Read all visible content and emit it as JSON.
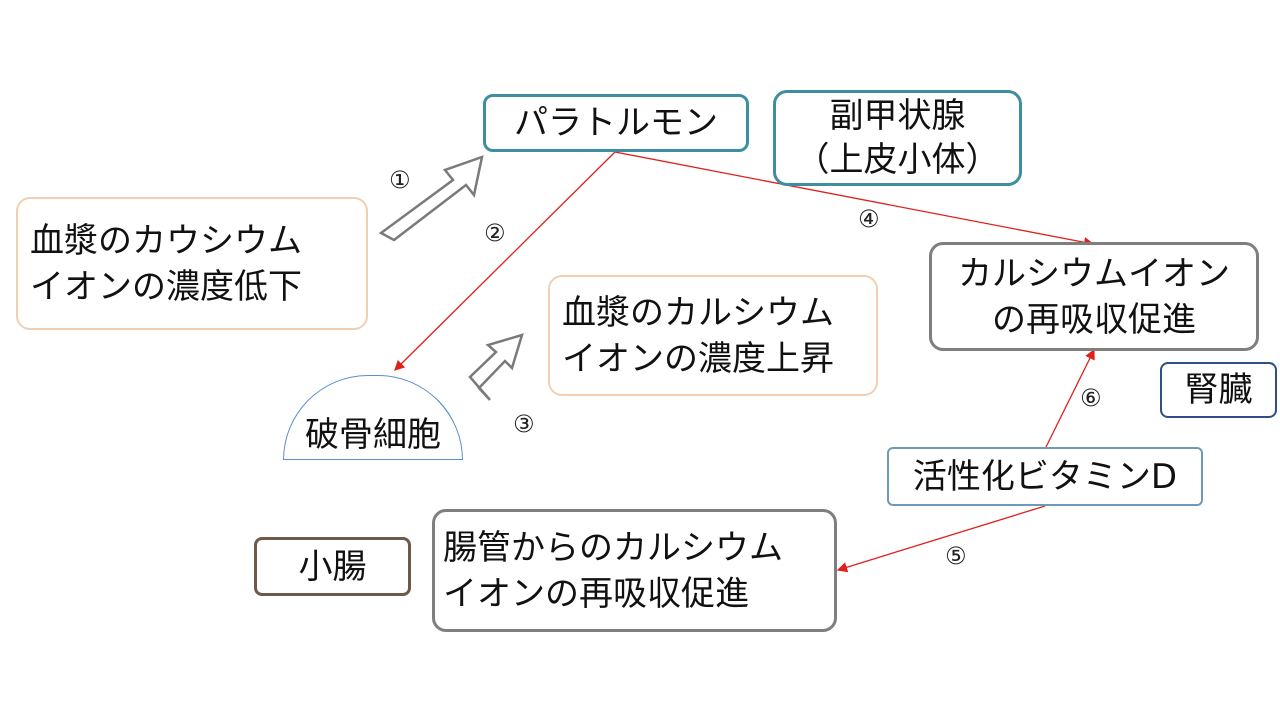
{
  "nodes": {
    "plasma_low": [
      "血漿のカウシウム",
      "イオンの濃度低下"
    ],
    "pth": "パラトルモン",
    "parathyroid": [
      "副甲状腺",
      "（上皮小体）"
    ],
    "plasma_high": [
      "血漿のカルシウム",
      "イオンの濃度上昇"
    ],
    "renal_reabsorb": [
      "カルシウムイオン",
      "の再吸収促進"
    ],
    "kidney": "腎臓",
    "osteoclast": "破骨細胞",
    "vitd": "活性化ビタミンD",
    "intestine": "小腸",
    "gut_reabsorb": [
      "腸管からのカルシウム",
      "イオンの再吸収促進"
    ]
  },
  "steps": [
    "①",
    "②",
    "③",
    "④",
    "⑤",
    "⑥"
  ],
  "colors": {
    "orange_border": "#f3cfb2",
    "teal_border": "#3c8ea0",
    "gray_border": "#7f7f7f",
    "navy_border": "#2f4f86",
    "blue_gray_border": "#6f99b6",
    "brown_border": "#6e5a4b",
    "arrow_red": "#e0201a"
  }
}
